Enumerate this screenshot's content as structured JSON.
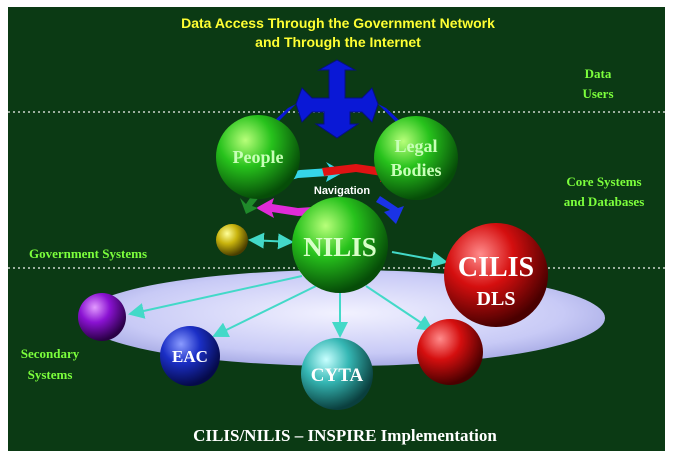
{
  "header": {
    "line1": "Data Access Through the Government Network",
    "line2": "and Through the Internet"
  },
  "zones": {
    "data_users_line1": "Data",
    "data_users_line2": "Users",
    "core_line1": "Core Systems",
    "core_line2": "and Databases",
    "government_systems": "Government Systems",
    "secondary_line1": "Secondary",
    "secondary_line2": "Systems"
  },
  "nodes": {
    "people": "People",
    "legal_line1": "Legal",
    "legal_line2": "Bodies",
    "navigation": "Navigation",
    "nilis": "NILIS",
    "cilis": "CILIS",
    "dls": "DLS",
    "eac": "EAC",
    "cyta": "CYTA"
  },
  "footer": {
    "title": "CILIS/NILIS – INSPIRE Implementation"
  },
  "colors": {
    "background": "#0b3a14",
    "frame": "#ffffff",
    "header_text": "#ffff33",
    "zone_text": "#7cff3c",
    "footer_text": "#ffffff",
    "arrow_blue": "#0a18d6",
    "ellipse": "#d6d8ff"
  }
}
